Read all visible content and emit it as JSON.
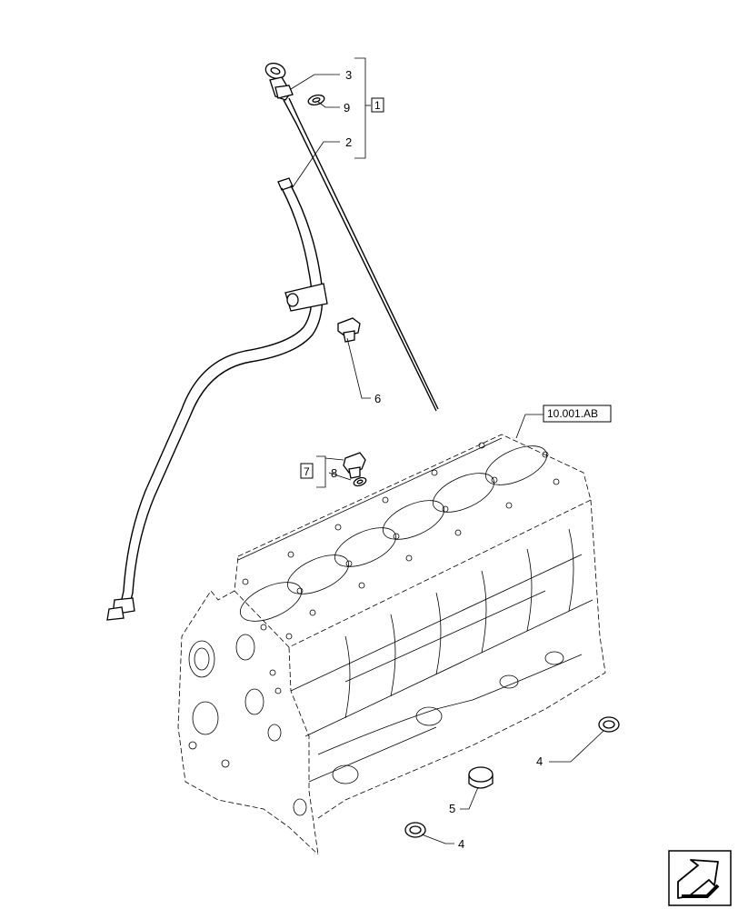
{
  "callouts": {
    "c3": "3",
    "c9": "9",
    "c2": "2",
    "c6": "6",
    "c8": "8",
    "c4a": "4",
    "c4b": "4",
    "c5": "5",
    "assembly1": "1",
    "assembly7": "7"
  },
  "references": {
    "engine_block": "10.001.AB"
  },
  "nav": {
    "icon": "next-page-arrow-icon"
  }
}
